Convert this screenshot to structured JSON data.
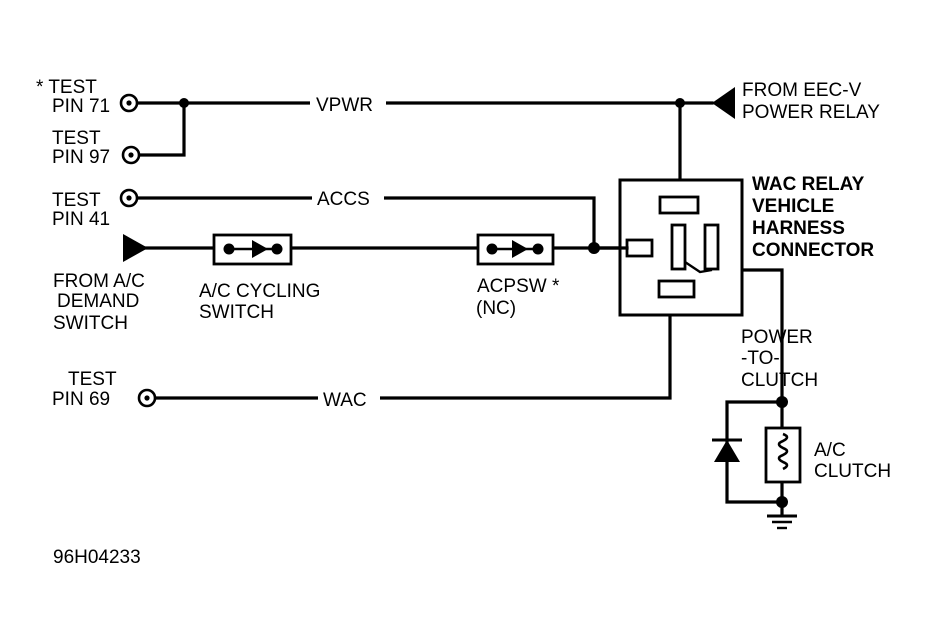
{
  "labels": {
    "test_pin_71": [
      "* TEST",
      "PIN 71"
    ],
    "test_pin_97": [
      "TEST",
      "PIN 97"
    ],
    "test_pin_41": [
      "TEST",
      "PIN 41"
    ],
    "test_pin_69": [
      "TEST",
      "PIN 69"
    ],
    "vpwr": "VPWR",
    "accs": "ACCS",
    "wac": "WAC",
    "from_eec": [
      "FROM EEC-V",
      "POWER RELAY"
    ],
    "relay_connector": [
      "WAC RELAY",
      "VEHICLE",
      "HARNESS",
      "CONNECTOR"
    ],
    "from_ac_demand": [
      "FROM A/C",
      "DEMAND",
      "SWITCH"
    ],
    "ac_cycling_switch": [
      "A/C CYCLING",
      "SWITCH"
    ],
    "acpsw": [
      "ACPSW *",
      "(NC)"
    ],
    "power_to_clutch": [
      "POWER",
      "-TO-",
      "CLUTCH"
    ],
    "ac_clutch": [
      "A/C",
      "CLUTCH"
    ],
    "figure_id": "96H04233"
  }
}
